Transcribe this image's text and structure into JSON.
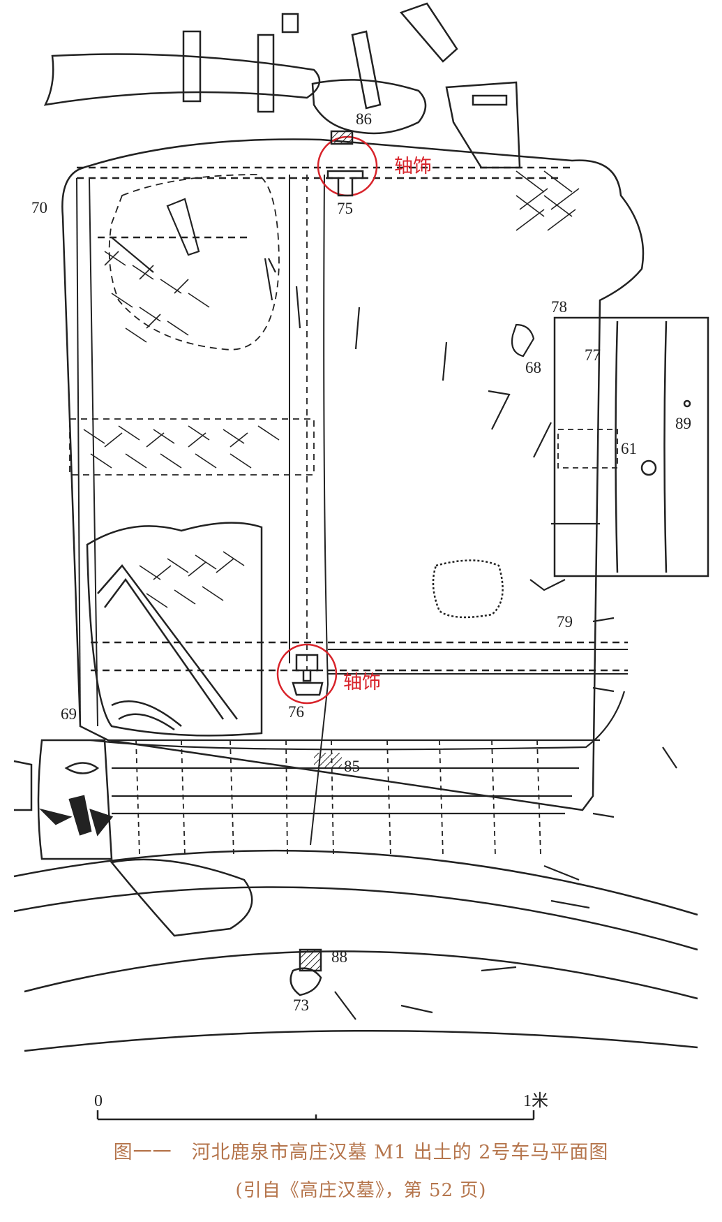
{
  "labels": {
    "l70": "70",
    "l75": "75",
    "l86": "86",
    "l78": "78",
    "l77": "77",
    "l68": "68",
    "l89": "89",
    "l61": "61",
    "l79": "79",
    "l76": "76",
    "l69": "69",
    "l85": "85",
    "l88": "88",
    "l73": "73"
  },
  "annotations": {
    "axle_top": "轴饰",
    "axle_bottom": "轴饰"
  },
  "scale_bar": {
    "start": "0",
    "end": "1米"
  },
  "caption": {
    "line1": "图一一　河北鹿泉市高庄汉墓 M1 出土的 2号车马平面图",
    "line2": "(引自《高庄汉墓》，第 52 页)"
  },
  "colors": {
    "line": "#222222",
    "annotation": "#d8232a",
    "caption": "#b5754c"
  }
}
